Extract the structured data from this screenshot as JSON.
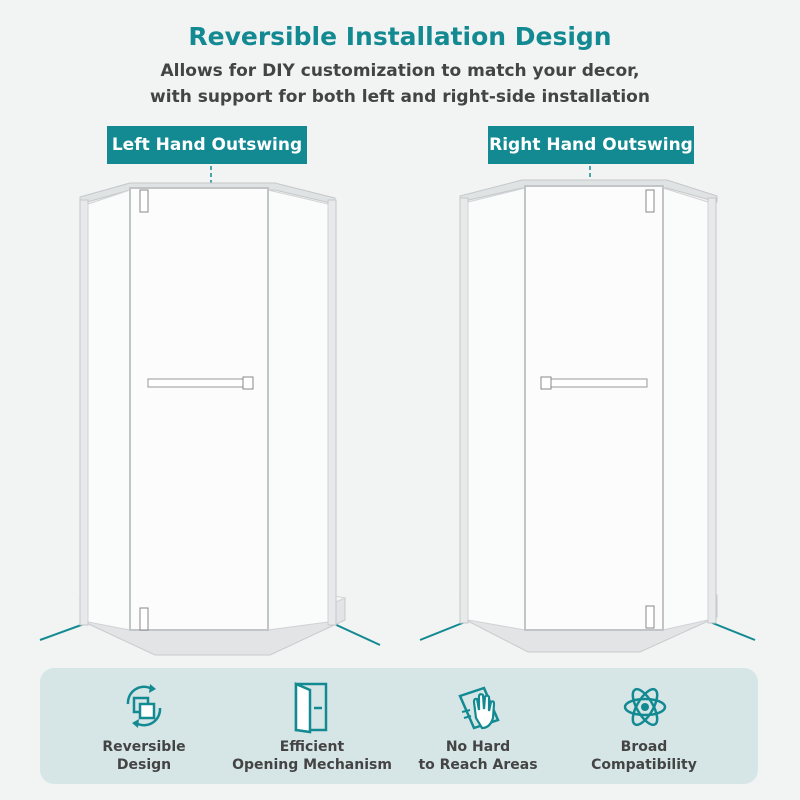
{
  "header": {
    "title": "Reversible Installation Design",
    "subtitle_line1": "Allows for DIY customization to match your decor,",
    "subtitle_line2": "with support for both left and right-side installation"
  },
  "variants": {
    "left_label": "Left Hand Outswing",
    "right_label": "Right Hand Outswing"
  },
  "features": [
    {
      "icon": "reversible-icon",
      "line1": "Reversible",
      "line2": "Design"
    },
    {
      "icon": "door-icon",
      "line1": "Efficient",
      "line2": "Opening Mechanism"
    },
    {
      "icon": "cleaning-hand-icon",
      "line1": "No Hard",
      "line2": "to Reach Areas"
    },
    {
      "icon": "atom-icon",
      "line1": "Broad",
      "line2": "Compatibility"
    }
  ],
  "colors": {
    "accent": "#138a92",
    "panel": "#d6e6e7",
    "text": "#444444",
    "background": "#f2f3f3"
  }
}
